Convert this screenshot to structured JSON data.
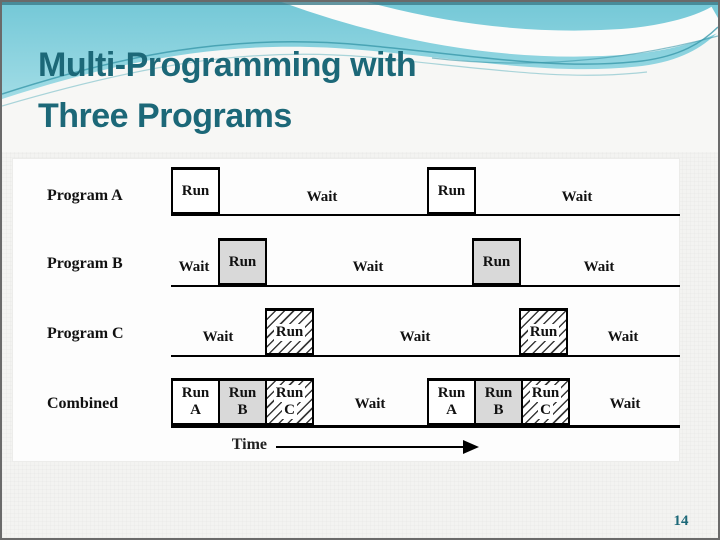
{
  "slide": {
    "title_line1": "Multi-Programming with",
    "title_line2": "Three Programs",
    "page_number": "14",
    "colors": {
      "title_teal": "#1c6878",
      "aqua_top": "#74c8d7",
      "aqua_bottom": "#b9e6ed",
      "accent_line": "#3a98aa",
      "gray_box_fill": "#d9d9d9",
      "panel_bg": "#fdfdfd",
      "slide_bg": "#f3f3f1"
    }
  },
  "diagram": {
    "time_label": "Time",
    "row_a": {
      "label": "Program A",
      "run1": "Run",
      "wait1": "Wait",
      "run2": "Run",
      "wait2": "Wait"
    },
    "row_b": {
      "label": "Program B",
      "wait1": "Wait",
      "run1": "Run",
      "wait2": "Wait",
      "run2": "Run",
      "wait3": "Wait"
    },
    "row_c": {
      "label": "Program C",
      "wait1": "Wait",
      "run1": "Run",
      "wait2": "Wait",
      "run2": "Run",
      "wait3": "Wait"
    },
    "combined": {
      "label": "Combined",
      "run_a": {
        "line1": "Run",
        "line2": "A"
      },
      "run_b": {
        "line1": "Run",
        "line2": "B"
      },
      "run_c": {
        "line1": "Run",
        "line2": "C"
      },
      "wait1": "Wait",
      "wait2": "Wait"
    }
  }
}
